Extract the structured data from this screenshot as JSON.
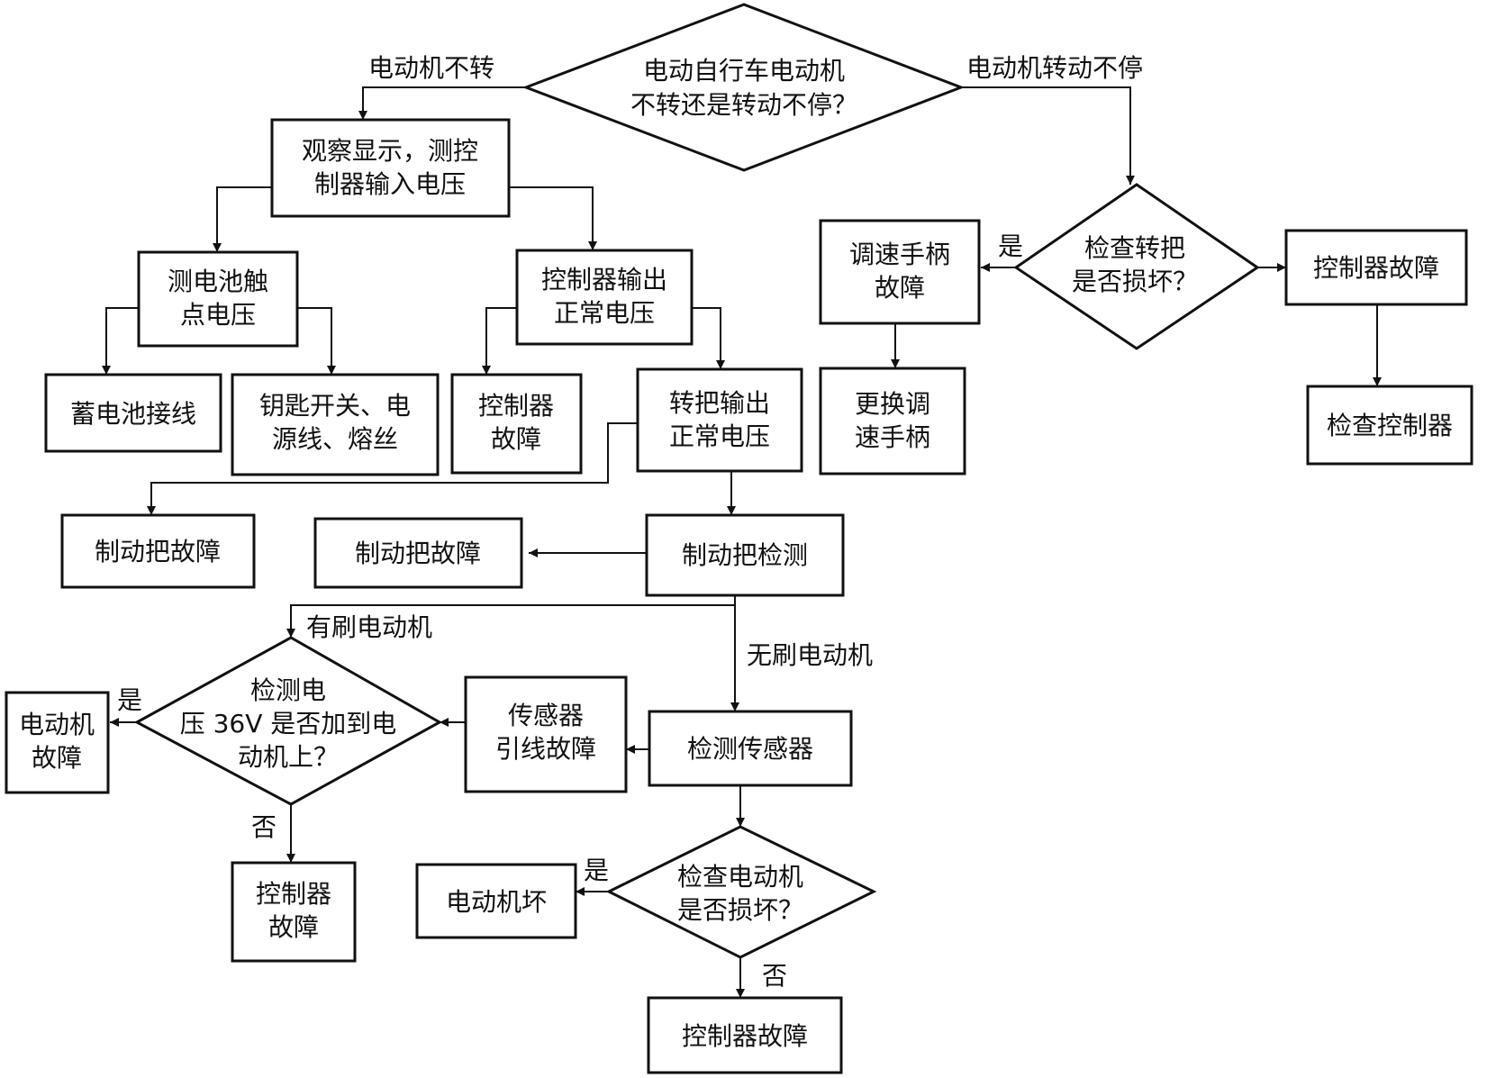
{
  "diagram": {
    "start": {
      "line1": "电动自行车电动机",
      "line2": "不转还是转动不停？"
    },
    "observe": {
      "line1": "观察显示，测控",
      "line2": "制器输入电压"
    },
    "battery_voltage": {
      "line1": "测电池触",
      "line2": "点电压"
    },
    "battery_wiring": {
      "line1": "蓄电池接线"
    },
    "key_switch": {
      "line1": "钥匙开关、电",
      "line2": "源线、熔丝"
    },
    "controller_output": {
      "line1": "控制器输出",
      "line2": "正常电压"
    },
    "controller_fault_a": {
      "line1": "控制器",
      "line2": "故障"
    },
    "throttle_output": {
      "line1": "转把输出",
      "line2": "正常电压"
    },
    "brake_fault_left": {
      "line1": "制动把故障"
    },
    "brake_fault_mid": {
      "line1": "制动把故障"
    },
    "brake_check": {
      "line1": "制动把检测"
    },
    "voltage_check": {
      "line1": "检测电",
      "line2": "压 36V 是否加到电",
      "line3": "动机上？"
    },
    "motor_fault": {
      "line1": "电动机",
      "line2": "故障"
    },
    "controller_fault_b": {
      "line1": "控制器",
      "line2": "故障"
    },
    "sensor_lead_fault": {
      "line1": "传感器",
      "line2": "引线故障"
    },
    "sensor_check": {
      "line1": "检测传感器"
    },
    "motor_damaged_q": {
      "line1": "检查电动机",
      "line2": "是否损坏？"
    },
    "motor_broken": {
      "line1": "电动机坏"
    },
    "controller_fault_c": {
      "line1": "控制器故障"
    },
    "throttle_damaged_q": {
      "line1": "检查转把",
      "line2": "是否损坏？"
    },
    "speed_handle_fault": {
      "line1": "调速手柄",
      "line2": "故障"
    },
    "replace_handle": {
      "line1": "更换调",
      "line2": "速手柄"
    },
    "controller_fault_d": {
      "line1": "控制器故障"
    },
    "check_controller": {
      "line1": "检查控制器"
    }
  },
  "edge_labels": {
    "motor_not_turning": "电动机不转",
    "motor_keeps_turning": "电动机转动不停",
    "brushed_motor": "有刷电动机",
    "brushless_motor": "无刷电动机",
    "yes_handle": "是",
    "yes_motor_fault": "是",
    "no_controller": "否",
    "yes_motor_broken": "是",
    "no_controller_c": "否"
  }
}
